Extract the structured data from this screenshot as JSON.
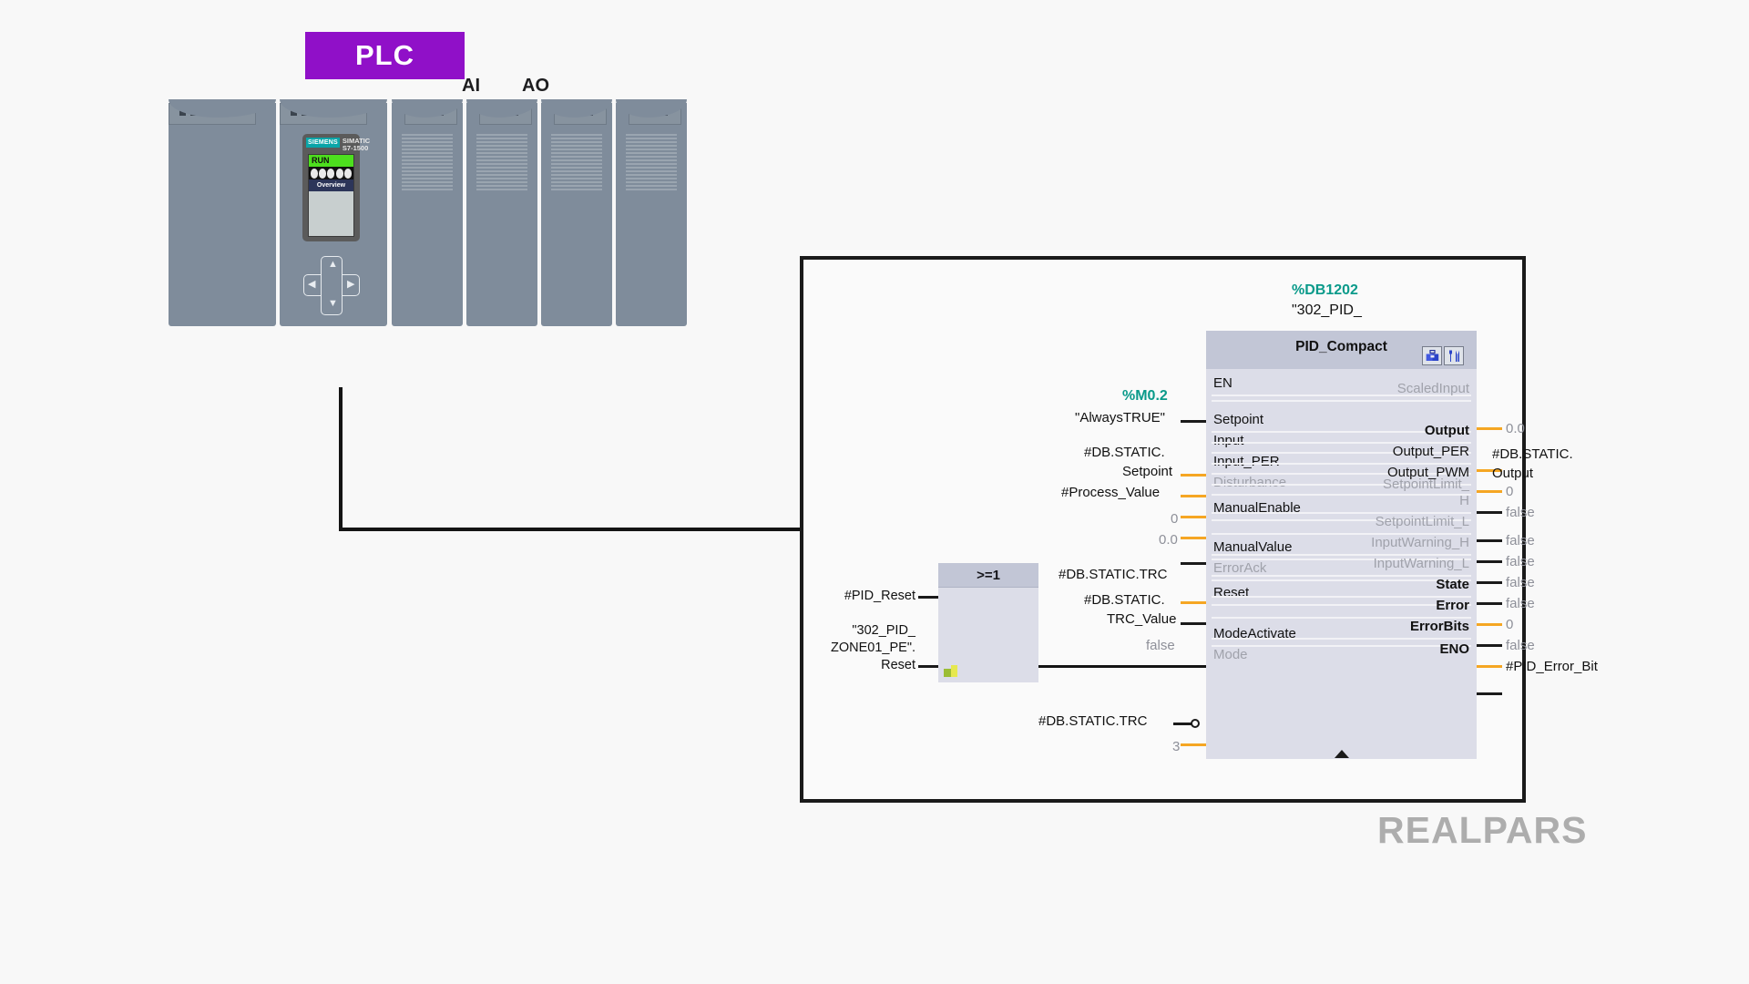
{
  "plc": {
    "badge_label": "PLC",
    "io_tags": [
      {
        "label": "AI"
      },
      {
        "label": "AO"
      }
    ],
    "cpu": {
      "brand": "SIEMENS",
      "family_line1": "SIMATIC",
      "family_line2": "S7-1500",
      "status": "RUN",
      "menu": "Overview"
    }
  },
  "network": {
    "or_block": {
      "title": ">=1",
      "inputs": [
        {
          "label": "#PID_Reset"
        },
        {
          "label_line1": "\"302_PID_",
          "label_line2": "ZONE01_PE\".",
          "label_line3": "Reset"
        }
      ]
    },
    "pid_block": {
      "db_ref": "%DB1202",
      "instance_name": "\"302_PID_",
      "title": "PID_Compact",
      "icons": [
        {
          "name": "toolbox-icon"
        },
        {
          "name": "tools-icon"
        }
      ],
      "inputs": [
        {
          "pin": "EN",
          "value_top": "%M0.2",
          "value": "\"AlwaysTRUE\"",
          "wire": "black",
          "dim": false
        },
        {
          "pin": "Setpoint",
          "value_top": "#DB.STATIC.",
          "value": "Setpoint",
          "wire": "orange",
          "dim": false
        },
        {
          "pin": "Input",
          "value": "#Process_Value",
          "wire": "orange",
          "dim": false
        },
        {
          "pin": "Input_PER",
          "value": "0",
          "wire": "orange",
          "dim": false
        },
        {
          "pin": "Disturbance",
          "value": "0.0",
          "wire": "orange",
          "dim": true
        },
        {
          "pin": "ManualEnable",
          "value": "#DB.STATIC.TRC",
          "wire": "black",
          "dim": false
        },
        {
          "pin": "ManualValue",
          "value_top": "#DB.STATIC.",
          "value": "TRC_Value",
          "wire": "orange",
          "dim": false
        },
        {
          "pin": "ErrorAck",
          "value": "false",
          "wire": "black",
          "dim": true
        },
        {
          "pin": "Reset",
          "value": "",
          "wire": "black",
          "dim": false
        },
        {
          "pin": "ModeActivate",
          "value": "#DB.STATIC.TRC",
          "wire": "black-negated",
          "dim": false
        },
        {
          "pin": "Mode",
          "value": "3",
          "wire": "orange",
          "dim": true
        }
      ],
      "outputs": [
        {
          "pin": "ScaledInput",
          "value": "0.0",
          "wire": "orange",
          "dim": true
        },
        {
          "pin": "Output",
          "value_top": "#DB.STATIC.",
          "value": "Output",
          "wire": "orange",
          "dim": false
        },
        {
          "pin": "Output_PER",
          "value": "0",
          "wire": "orange",
          "dim": false
        },
        {
          "pin": "Output_PWM",
          "value": "false",
          "wire": "black",
          "dim": false
        },
        {
          "pin": "SetpointLimit_",
          "pin2": "H",
          "value": "false",
          "wire": "black",
          "dim": true
        },
        {
          "pin": "SetpointLimit_L",
          "value": "false",
          "wire": "black",
          "dim": true
        },
        {
          "pin": "InputWarning_H",
          "value": "false",
          "wire": "black",
          "dim": true
        },
        {
          "pin": "InputWarning_L",
          "value": "false",
          "wire": "black",
          "dim": true
        },
        {
          "pin": "State",
          "value": "0",
          "wire": "orange",
          "dim": false
        },
        {
          "pin": "Error",
          "value": "false",
          "wire": "black",
          "dim": false
        },
        {
          "pin": "ErrorBits",
          "value": "#PID_Error_Bit",
          "wire": "orange",
          "dim": false
        },
        {
          "pin": "ENO",
          "value": "",
          "wire": "black",
          "dim": false
        }
      ]
    }
  },
  "branding": {
    "logo_text": "REALPARS"
  },
  "colors": {
    "accent_purple": "#9010c8",
    "db_teal": "#0a9a8a",
    "wire_orange": "#f5a623",
    "wire_black": "#1a1a1a",
    "block_header": "#c2c6d6",
    "block_body": "#dcdde8",
    "run_green": "#4ddf1e"
  }
}
